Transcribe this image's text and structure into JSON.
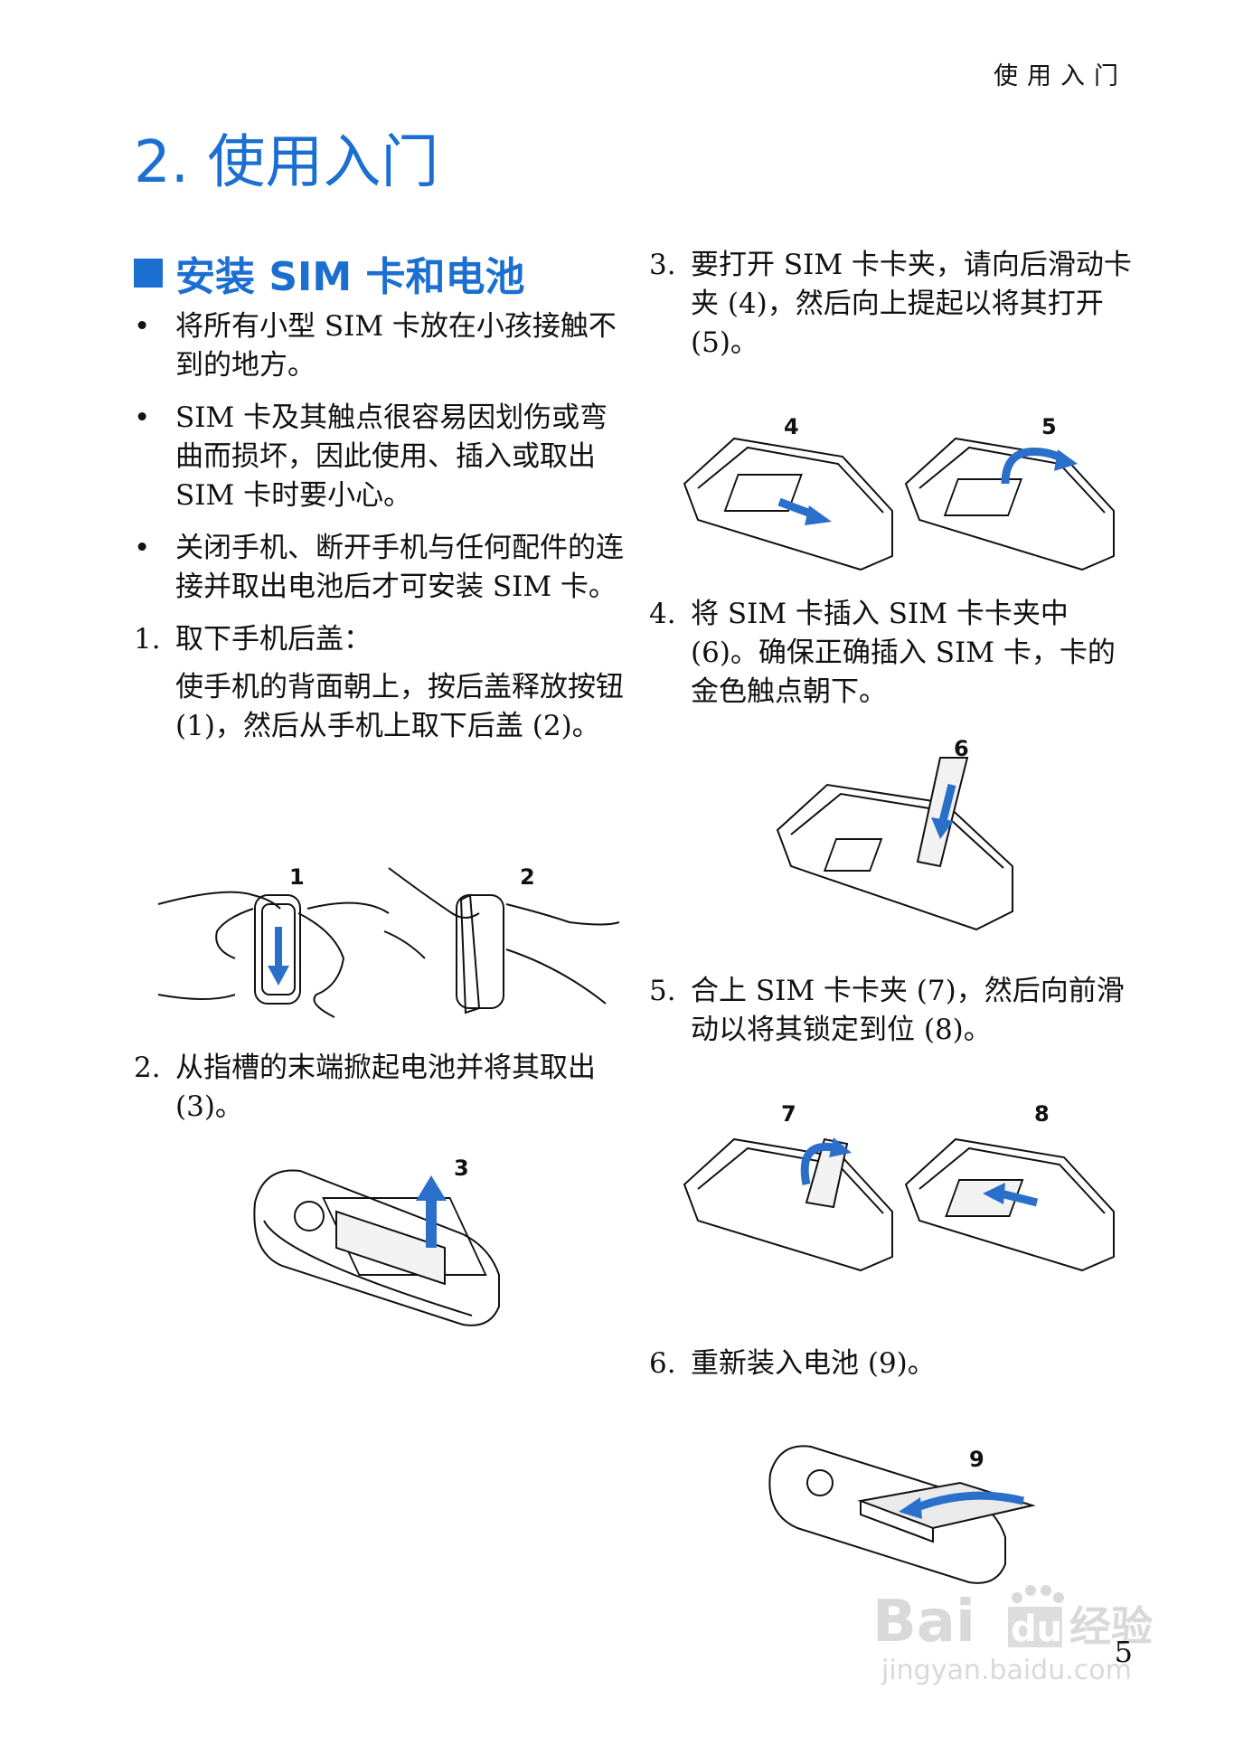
{
  "header": {
    "running_title": "使用入门"
  },
  "chapter": {
    "title": "2. 使用入门"
  },
  "section": {
    "title": "安装 SIM 卡和电池"
  },
  "bullets": [
    "将所有小型 SIM 卡放在小孩接触不到的地方。",
    "SIM 卡及其触点很容易因划伤或弯曲而损坏，因此使用、插入或取出 SIM 卡时要小心。",
    "关闭手机、断开手机与任何配件的连接并取出电池后才可安装 SIM 卡。"
  ],
  "steps": [
    {
      "num": "1.",
      "text": "取下手机后盖：",
      "sub": "使手机的背面朝上，按后盖释放按钮 (1)，然后从手机上取下后盖 (2)。"
    },
    {
      "num": "2.",
      "text": "从指槽的末端掀起电池并将其取出 (3)。"
    },
    {
      "num": "3.",
      "text": "要打开 SIM 卡卡夹，请向后滑动卡夹 (4)，然后向上提起以将其打开 (5)。"
    },
    {
      "num": "4.",
      "text": "将 SIM 卡插入 SIM 卡卡夹中 (6)。确保正确插入 SIM 卡，卡的金色触点朝下。"
    },
    {
      "num": "5.",
      "text": "合上 SIM 卡卡夹 (7)，然后向前滑动以将其锁定到位 (8)。"
    },
    {
      "num": "6.",
      "text": "重新装入电池 (9)。"
    }
  ],
  "figures": {
    "fig1_labels": [
      "1",
      "2"
    ],
    "fig2_labels": [
      "3"
    ],
    "fig3_labels": [
      "4",
      "5"
    ],
    "fig4_labels": [
      "6"
    ],
    "fig5_labels": [
      "7",
      "8"
    ],
    "fig6_labels": [
      "9"
    ]
  },
  "watermark": {
    "brand": "Bai",
    "brand2": "du",
    "brand_cn": "经验",
    "url": "jingyan.baidu.com"
  },
  "page": {
    "number": "5"
  },
  "colors": {
    "accent": "#1a6fd1",
    "arrow": "#2a6fc9"
  }
}
